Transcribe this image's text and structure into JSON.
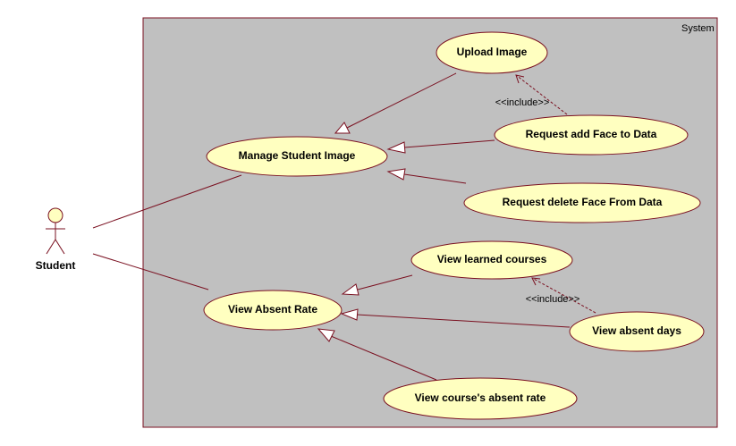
{
  "system": {
    "label": "System",
    "fill": "#c0c0c0",
    "border": "#7a1020"
  },
  "actor": {
    "label": "Student"
  },
  "use_cases": {
    "upload_image": "Upload Image",
    "request_add_face": "Request add Face to Data",
    "manage_student_image": "Manage Student Image",
    "request_delete_face": "Request delete Face From Data",
    "view_learned_courses": "View learned courses",
    "view_absent_rate": "View Absent Rate",
    "view_absent_days": "View absent days",
    "view_course_absent_rate": "View course's absent rate"
  },
  "stereotypes": {
    "include_1": "<<include>>",
    "include_2": "<<include>>"
  },
  "colors": {
    "use_case_fill": "#ffffc0",
    "line": "#7a1020"
  }
}
